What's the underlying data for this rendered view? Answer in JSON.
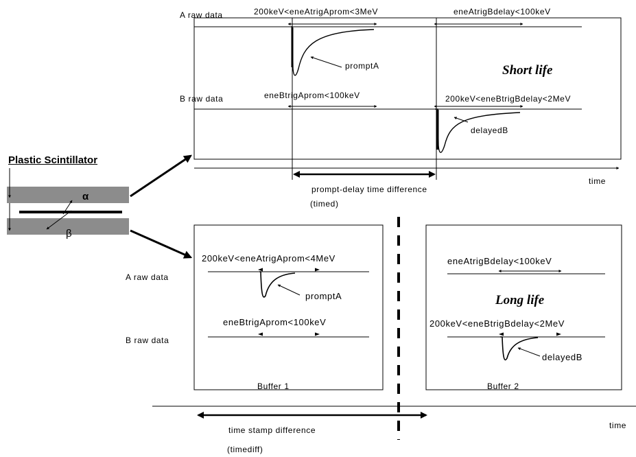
{
  "detector": {
    "title": "Plastic Scintillator",
    "alpha": "α",
    "beta": "β"
  },
  "top_panel": {
    "label_a": "A raw data",
    "label_b": "B raw data",
    "cond_a_prompt": "200keV<eneAtrigAprom<3MeV",
    "cond_a_delay": "eneAtrigBdelay<100keV",
    "cond_b_prompt": "eneBtrigAprom<100keV",
    "cond_b_delay": "200keV<eneBtrigBdelay<2MeV",
    "prompt_a": "promptA",
    "delayed_b": "delayedB",
    "mode": "Short life",
    "time_axis": "time",
    "diff_label": "prompt-delay time difference",
    "diff_var": "(timed)"
  },
  "bottom_panel": {
    "label_a": "A raw data",
    "label_b": "B raw data",
    "buffer1_cond_a": "200keV<eneAtrigAprom<4MeV",
    "buffer1_cond_b": "eneBtrigAprom<100keV",
    "prompt_a": "promptA",
    "buffer1_name": "Buffer 1",
    "buffer2_cond_a": "eneAtrigBdelay<100keV",
    "buffer2_cond_b": "200keV<eneBtrigBdelay<2MeV",
    "delayed_b": "delayedB",
    "mode": "Long life",
    "buffer2_name": "Buffer 2",
    "time_axis": "time",
    "diff_label": "time stamp difference",
    "diff_var": "(timediff)"
  },
  "colors": {
    "scintillator": "#8c8c8c",
    "ink": "#000000"
  }
}
